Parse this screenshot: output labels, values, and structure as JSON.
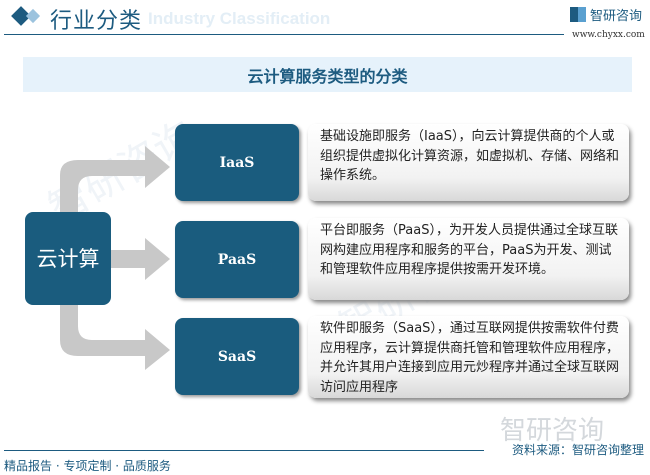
{
  "header": {
    "title": "行业分类",
    "watermark": "Industry Classification",
    "logo_text": "智研咨询",
    "url": "www.chyxx.com"
  },
  "diagram": {
    "title": "云计算服务类型的分类",
    "root": "云计算",
    "nodes": [
      {
        "label": "IaaS",
        "desc": "基础设施即服务（IaaS），向云计算提供商的个人或组织提供虚拟化计算资源，如虚拟机、存储、网络和操作系统。"
      },
      {
        "label": "PaaS",
        "desc": "平台即服务（PaaS），为开发人员提供通过全球互联网构建应用程序和服务的平台，PaaS为开发、测试和管理软件应用程序提供按需开发环境。"
      },
      {
        "label": "SaaS",
        "desc": "软件即服务（SaaS），通过互联网提供按需软件付费应用程序，云计算提供商托管和管理软件应用程序，并允许其用户连接到应用元炒程序并通过全球互联网访问应用程序"
      }
    ]
  },
  "footer": {
    "left": "精品报告 · 专项定制 · 品质服务",
    "source": "资料来源：智研咨询整理",
    "watermark_logo": "智研咨询"
  },
  "colors": {
    "primary": "#1a5c7e",
    "title_bg": "#e6f2fb",
    "arrow": "#c8c8c8"
  }
}
